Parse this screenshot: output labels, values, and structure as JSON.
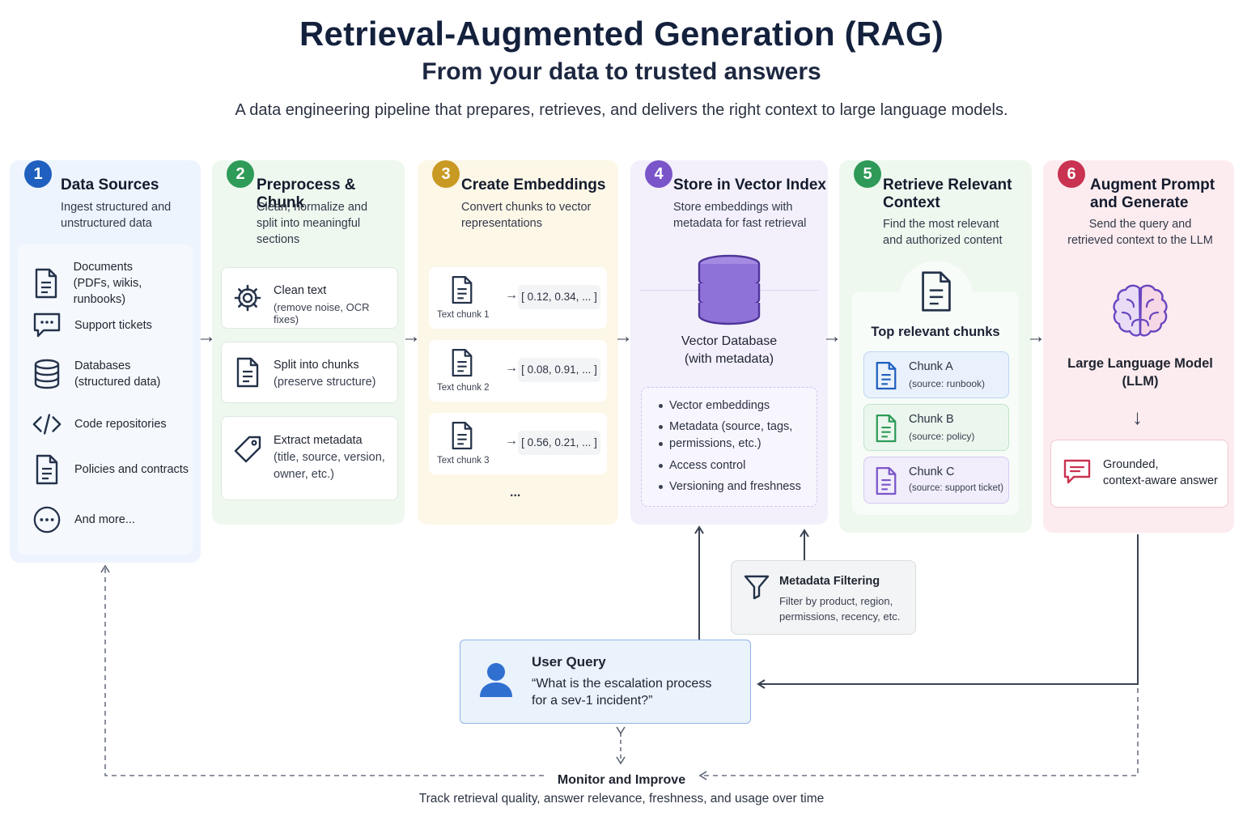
{
  "header": {
    "title": "Retrieval-Augmented Generation (RAG)",
    "subtitle": "From your data to trusted answers",
    "tagline": "A data engineering pipeline that prepares, retrieves, and delivers the right context to large language models."
  },
  "stages": [
    {
      "number": "1",
      "title": "Data Sources",
      "description": [
        "Ingest structured and",
        "unstructured data"
      ],
      "items": [
        {
          "label": "Documents",
          "sub": "(PDFs, wikis, runbooks)",
          "icon": "document-icon"
        },
        {
          "label": "Support tickets",
          "icon": "chat-icon"
        },
        {
          "label": "Databases",
          "sub": "(structured data)",
          "icon": "database-icon"
        },
        {
          "label": "Code repositories",
          "icon": "code-icon"
        },
        {
          "label": "Policies and contracts",
          "icon": "document-icon"
        },
        {
          "label": "And more...",
          "icon": "more-icon"
        }
      ],
      "color": "#1f5fbf"
    },
    {
      "number": "2",
      "title": "Preprocess & Chunk",
      "description": [
        "Clean, normalize and",
        "split into meaningful",
        "sections"
      ],
      "cards": [
        {
          "title": "Clean text",
          "sub": "(remove noise, OCR fixes)",
          "icon": "gear-icon"
        },
        {
          "title": "Split into chunks",
          "sub": "(preserve structure)",
          "icon": "document-icon"
        },
        {
          "title": "Extract metadata",
          "sub": "(title, source, version,",
          "sub2": "owner, etc.)",
          "icon": "tag-icon"
        }
      ],
      "color": "#2e9b58"
    },
    {
      "number": "3",
      "title": "Create Embeddings",
      "description": [
        "Convert chunks to vector",
        "representations"
      ],
      "chunks": [
        {
          "label": "Text chunk 1",
          "vector": "[ 0.12, 0.34, ... ]"
        },
        {
          "label": "Text chunk 2",
          "vector": "[ 0.08, 0.91, ... ]"
        },
        {
          "label": "Text chunk 3",
          "vector": "[ 0.56, 0.21, ... ]"
        }
      ],
      "ellipsis": "...",
      "color": "#c99a23"
    },
    {
      "number": "4",
      "title": "Store in Vector Index",
      "description": [
        "Store embeddings with",
        "metadata for fast retrieval"
      ],
      "db_label": [
        "Vector Database",
        "(with metadata)"
      ],
      "bullets": [
        "Vector embeddings",
        "Metadata (source, tags,",
        "permissions, etc.)",
        "Access control",
        "Versioning and freshness"
      ],
      "color": "#7a55c9"
    },
    {
      "number": "5",
      "title": [
        "Retrieve Relevant",
        "Context"
      ],
      "description": [
        "Find the most relevant",
        "and authorized content"
      ],
      "top_label": "Top relevant chunks",
      "results": [
        {
          "title": "Chunk A",
          "source": "(source: runbook)",
          "color": "#1f5fbf",
          "bg": "#e9f2fc",
          "border": "#bcd5f2"
        },
        {
          "title": "Chunk B",
          "source": "(source: policy)",
          "color": "#2e9b58",
          "bg": "#ebf7ee",
          "border": "#bfe2c9"
        },
        {
          "title": "Chunk C",
          "source": "(source: support ticket)",
          "color": "#7a55c9",
          "bg": "#f1edfb",
          "border": "#d5c9f1"
        }
      ],
      "color": "#2f9a57"
    },
    {
      "number": "6",
      "title": [
        "Augment Prompt",
        "and Generate"
      ],
      "description": [
        "Send the query and",
        "retrieved context to the LLM"
      ],
      "llm_label": [
        "Large Language Model",
        "(LLM)"
      ],
      "answer": [
        "Grounded,",
        "context-aware answer"
      ],
      "color": "#c93251"
    }
  ],
  "filter": {
    "title": "Metadata Filtering",
    "desc": [
      "Filter by product, region,",
      "permissions, recency, etc."
    ]
  },
  "query": {
    "title": "User Query",
    "text": [
      "“What is the escalation process",
      "for a sev-1 incident?”"
    ]
  },
  "monitor": {
    "title": "Monitor and Improve",
    "desc": "Track retrieval quality, answer relevance, freshness, and usage over time"
  }
}
